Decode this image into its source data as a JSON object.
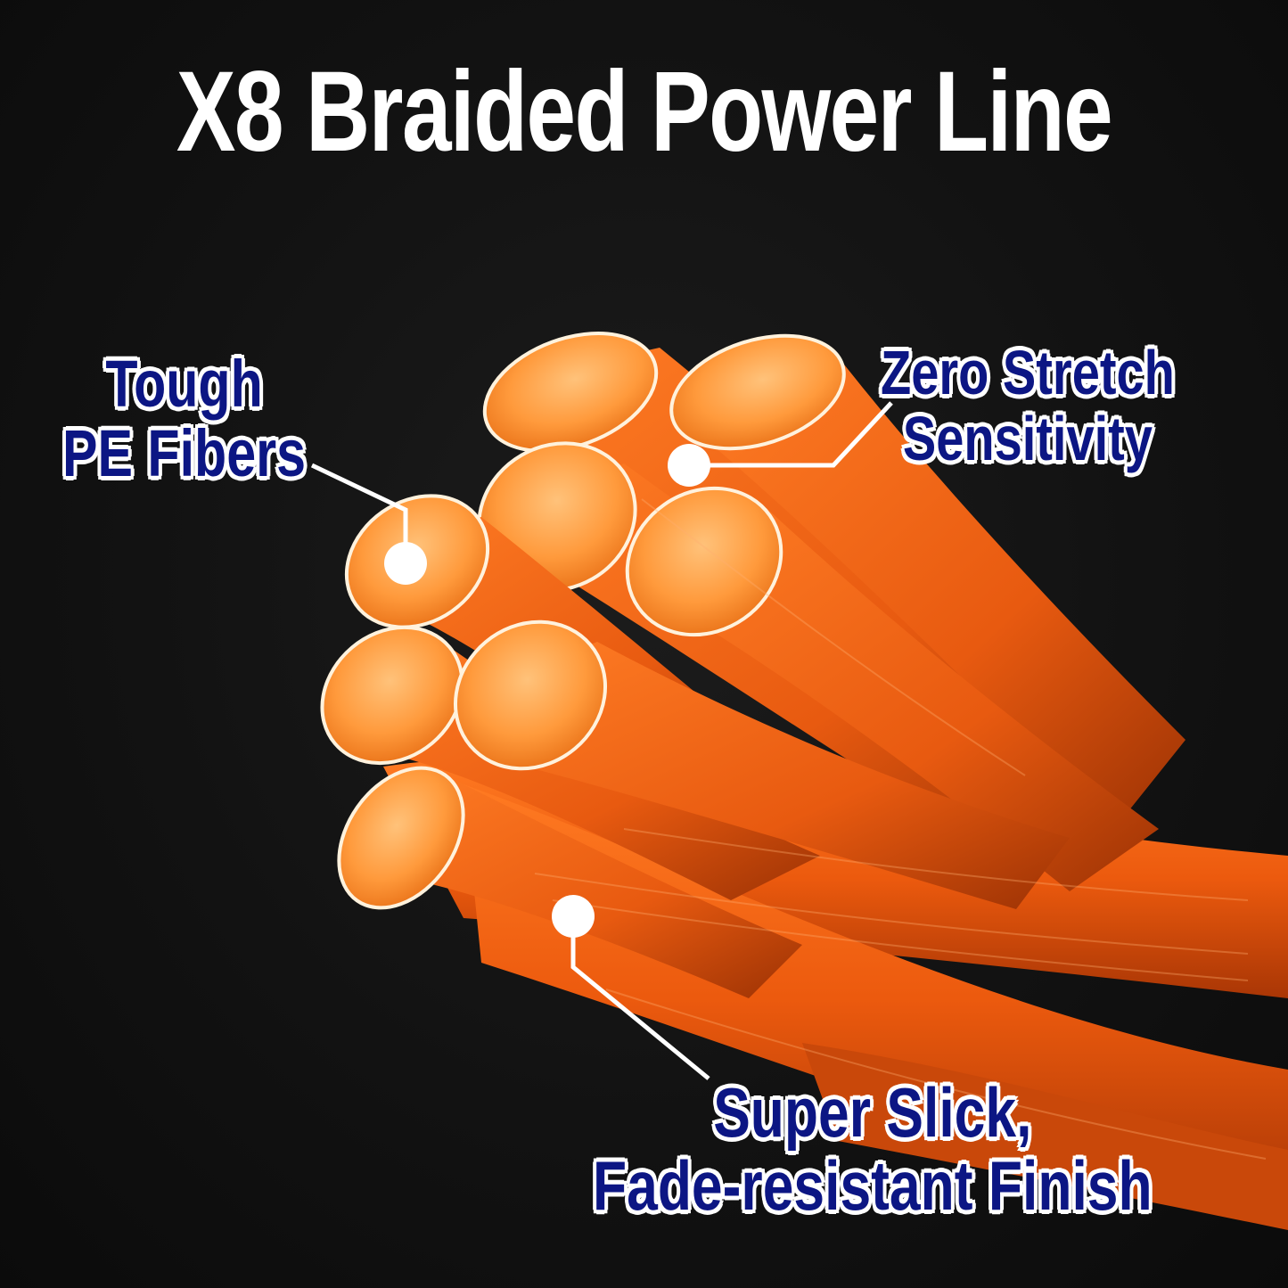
{
  "title": "X8 Braided Power Line",
  "callouts": {
    "tough": {
      "line1": "Tough",
      "line2": "PE Fibers"
    },
    "zero": {
      "line1": "Zero Stretch",
      "line2": "Sensitivity"
    },
    "slick": {
      "line1": "Super Slick,",
      "line2": "Fade-resistant Finish"
    }
  },
  "colors": {
    "background": "#111111",
    "strand": "#f06414",
    "strand_dark": "#b03a05",
    "strand_end": "#ff9a3c",
    "label_text": "#0c1684",
    "label_outline": "#ffffff"
  }
}
